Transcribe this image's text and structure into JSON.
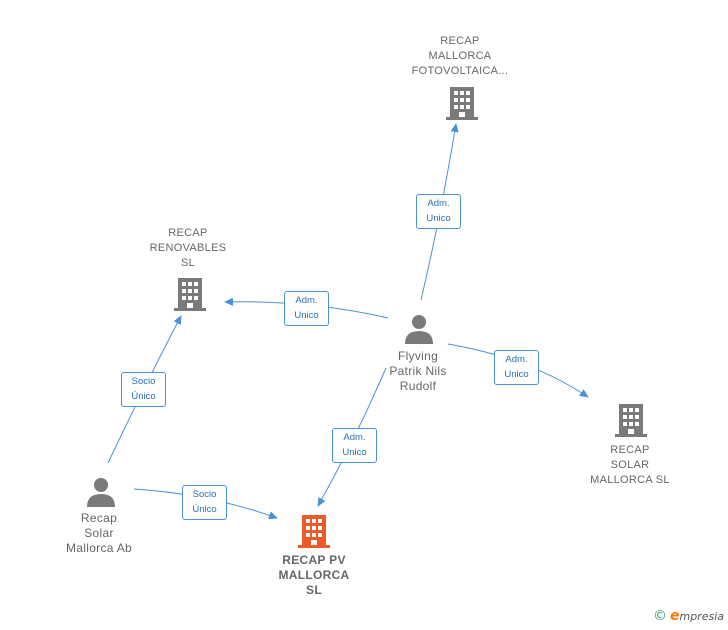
{
  "nodes": {
    "fotovoltaica": {
      "lines": [
        "RECAP",
        "MALLORCA",
        "FOTOVOLTAICA..."
      ]
    },
    "renovables": {
      "lines": [
        "RECAP",
        "RENOVABLES",
        "SL"
      ]
    },
    "flyving": {
      "lines": [
        "Flyving",
        "Patrik Nils",
        "Rudolf"
      ]
    },
    "solar_sl": {
      "lines": [
        "RECAP",
        "SOLAR",
        "MALLORCA  SL"
      ]
    },
    "solar_ab": {
      "lines": [
        "Recap",
        "Solar",
        "Mallorca Ab"
      ]
    },
    "pv": {
      "lines": [
        "RECAP PV",
        "MALLORCA",
        "SL"
      ]
    }
  },
  "edges": {
    "to_fotovoltaica": {
      "lines": [
        "Adm.",
        "Unico"
      ]
    },
    "to_renovables": {
      "lines": [
        "Adm.",
        "Unico"
      ]
    },
    "to_solar_sl": {
      "lines": [
        "Adm.",
        "Unico"
      ]
    },
    "to_pv": {
      "lines": [
        "Adm.",
        "Unico"
      ]
    },
    "ab_to_renovables": {
      "lines": [
        "Socio",
        "Único"
      ]
    },
    "ab_to_pv": {
      "lines": [
        "Socio",
        "Único"
      ]
    }
  },
  "colors": {
    "edge": "#4a90d9",
    "company": "#7a7a7a",
    "company_main": "#f05a28",
    "person": "#7a7a7a"
  },
  "brand": {
    "copyright": "©",
    "e": "e",
    "rest": "mpresia"
  }
}
